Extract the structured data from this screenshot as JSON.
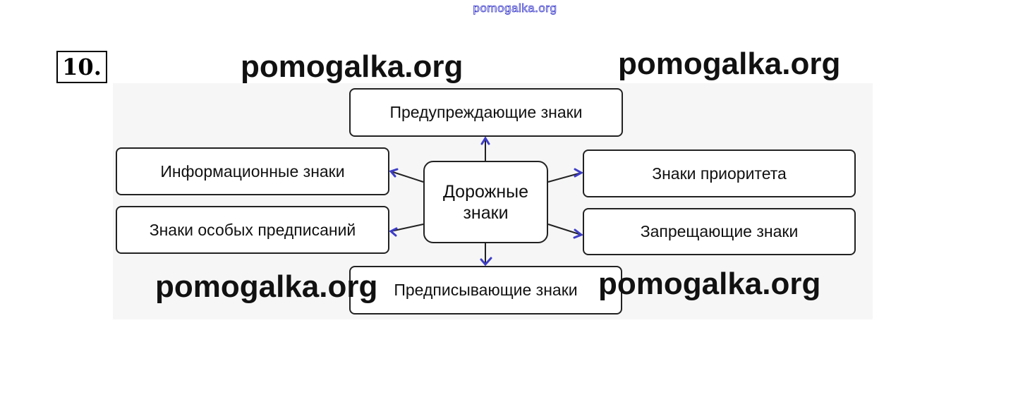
{
  "header_watermark": "pomogalka.org",
  "task_number": "10.",
  "diagram": {
    "center": [
      "Дорожные",
      "знаки"
    ],
    "top": "Предупреждающие знаки",
    "left_top": "Информационные  знаки",
    "left_bottom": "Знаки особых предписаний",
    "right_top": "Знаки приоритета",
    "right_bottom": "Запрещающие знаки",
    "bottom": "Предписывающие знаки"
  },
  "watermarks": [
    "pomogalka.org",
    "pomogalka.org",
    "pomogalka.org",
    "pomogalka.org"
  ],
  "colors": {
    "arrow": "#3d3dc8",
    "line": "#222222",
    "panel": "#f6f6f6"
  }
}
